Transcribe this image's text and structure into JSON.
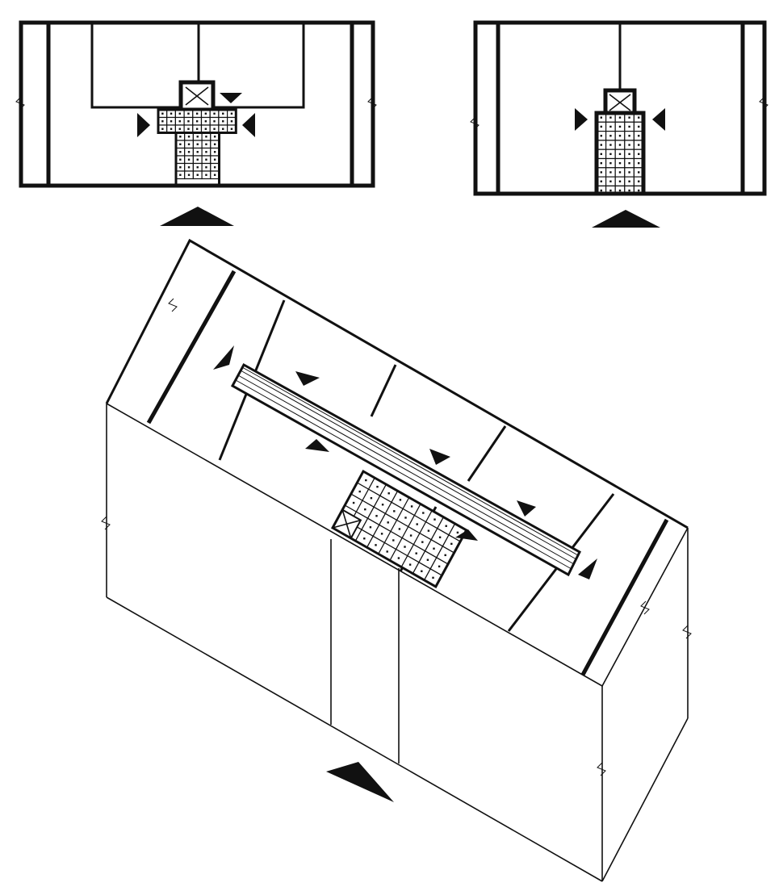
{
  "figure": {
    "kind": "architectural-building-diagram",
    "views": [
      {
        "id": "plan-t-shaped-core",
        "type": "floor-plan"
      },
      {
        "id": "plan-linear-core",
        "type": "floor-plan"
      },
      {
        "id": "axonometric-slab",
        "type": "axonometric"
      }
    ],
    "icons": [
      "orientation-arrow-icon",
      "entrance-marker-icon",
      "lift-shaft-icon",
      "break-line-icon"
    ],
    "colors": {
      "ink": "#111111",
      "paper": "#ffffff"
    }
  }
}
